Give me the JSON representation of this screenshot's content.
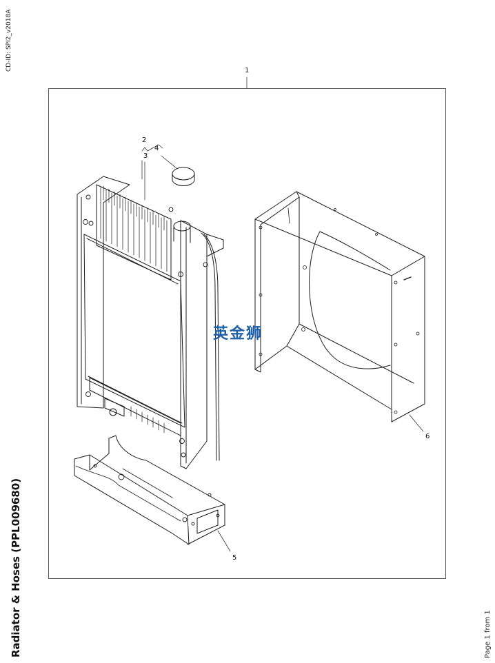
{
  "header": {
    "cd_id": "CD-ID: SPI2_v2018A"
  },
  "sheet": {
    "title": "Radiator & Hoses (PPL009680)",
    "page": "Page 1 from 1"
  },
  "callouts": {
    "c1": "1",
    "c2": "2",
    "c3": "3",
    "c4": "4",
    "c5": "5",
    "c6": "6"
  },
  "watermark": "英金狮"
}
